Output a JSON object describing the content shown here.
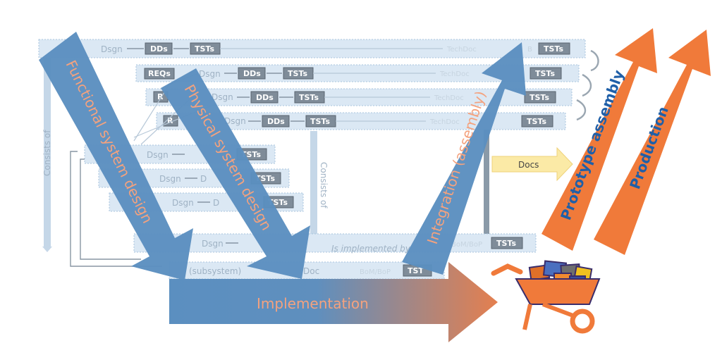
{
  "rows": [
    {
      "req": "",
      "dsgn": "Dsgn",
      "dd": "DDs",
      "tst": "TSTs",
      "techdoc": "TechDoc",
      "bom": "B",
      "tst_end": "TSTs"
    },
    {
      "req": "REQs",
      "dsgn": "Dsgn",
      "dd": "DDs",
      "tst": "TSTs",
      "techdoc": "TechDoc",
      "tst_end": "TSTs"
    },
    {
      "req": "R",
      "dsgn": "Dsgn",
      "dd": "DDs",
      "tst": "TSTs",
      "techdoc": "TechDoc",
      "tst_end": "TSTs"
    },
    {
      "req": "R",
      "dsgn": "Dsgn",
      "dd": "DDs",
      "tst": "TSTs",
      "techdoc": "TechDoc",
      "tst_end": "TSTs"
    },
    {
      "dsgn": "Dsgn",
      "tst": "TSTs"
    },
    {
      "dsgn": "Dsgn",
      "dd": "D",
      "tst": "TSTs"
    },
    {
      "dsgn": "Dsgn",
      "dd": "D",
      "tst": "TSTs"
    },
    {
      "dsgn": "Dsgn",
      "bom": "BoM/BoP",
      "tst_end": "TSTs",
      "note": "Is implemented by"
    },
    {
      "subsystem": "(subsystem)",
      "doc": "Doc",
      "bom": "BoM/BoP",
      "tst": "TST"
    }
  ],
  "consists_of": "Consists of",
  "arrows": {
    "functional": "Functional system design",
    "physical": "Physical system design",
    "integration": "Integration (assembly)",
    "implementation": "Implementation",
    "docs": "Docs",
    "prototype": "Prototype assembly",
    "production": "Production"
  },
  "colors": {
    "blue_arrow": "#5b8fc0",
    "orange_arrow": "#f07a3a",
    "docs_arrow": "#fbeaa6",
    "cart": "#f07a3a",
    "cart_outline": "#3a2d6b"
  },
  "icons": {
    "cart": "wheelbarrow-icon"
  }
}
